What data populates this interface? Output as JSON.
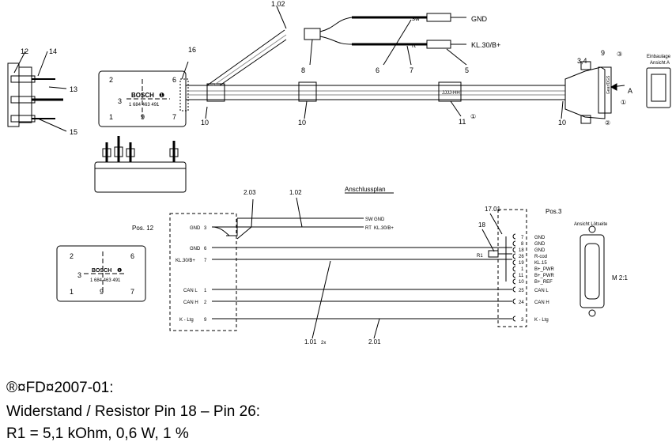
{
  "cable_drawing": {
    "callouts": {
      "c_1_02": "1.02",
      "c_3_4": "3,4",
      "c_5": "5",
      "c_6": "6",
      "c_7": "7",
      "c_8": "8",
      "c_9": "9",
      "c_10": "10",
      "c_11": "11",
      "c_12": "12",
      "c_13": "13",
      "c_14": "14",
      "c_15": "15",
      "c_16": "16",
      "circ_1": "①",
      "circ_3": "③",
      "circ_2": "②",
      "arrow_a": "A"
    },
    "leads": {
      "gnd": "GND",
      "kl30": "KL.30/B+",
      "sw": "sw",
      "rt": "rt"
    },
    "connector_label": "JJJJ-HH",
    "sub_label": "Gear/DGS",
    "einbaulage": [
      "Einbaulage",
      "Ansicht A"
    ],
    "box_top": {
      "n2": "2",
      "n6": "6",
      "n3": "3",
      "n1": "1",
      "n9": "9",
      "n7": "7",
      "brand": "BOSCH",
      "brand_mark": "❶",
      "part_no": "1 684 463 491"
    }
  },
  "schematic": {
    "title": "Anschlussplan",
    "pos12": "Pos. 12",
    "pos3": "Pos.3",
    "ansicht_loetseite": "Ansicht Lötseite",
    "scale": "M 2:1",
    "callouts": {
      "c_2_03": "2.03",
      "c_1_02": "1.02",
      "c_17_01": "17.01",
      "c_18": "18",
      "c_1_01": "1.01",
      "c_2x": "2x",
      "c_2_01": "2.01",
      "r1": "R1"
    },
    "box_left": {
      "n2": "2",
      "n6": "6",
      "n3": "3",
      "n1": "1",
      "n9": "9",
      "n7": "7",
      "brand": "BOSCH",
      "brand_mark": "❶",
      "part_no": "1 684 463 491"
    },
    "left_pins": [
      {
        "label": "GND",
        "pin": "3"
      },
      {
        "label": "GND",
        "pin": "6"
      },
      {
        "label": "KL.30/B+",
        "pin": "7"
      },
      {
        "label": "CAN L",
        "pin": "1"
      },
      {
        "label": "CAN H",
        "pin": "2"
      },
      {
        "label": "K - Ltg",
        "pin": "9"
      }
    ],
    "top_leads": [
      {
        "color": "SW",
        "label": "GND"
      },
      {
        "color": "RT",
        "label": "KL.30/B+"
      }
    ],
    "right_pins": [
      {
        "pin": "7",
        "label": "GND"
      },
      {
        "pin": "8",
        "label": "GND"
      },
      {
        "pin": "18",
        "label": "GND"
      },
      {
        "pin": "26",
        "label": "R-cod"
      },
      {
        "pin": "19",
        "label": "KL.15"
      },
      {
        "pin": "1",
        "label": "B+_PWR"
      },
      {
        "pin": "11",
        "label": "B+_PWR"
      },
      {
        "pin": "10",
        "label": "B+_REF"
      },
      {
        "pin": "25",
        "label": "CAN L"
      },
      {
        "pin": "24",
        "label": "CAN H"
      },
      {
        "pin": "3",
        "label": "K - Ltg"
      }
    ]
  },
  "notes": {
    "line1": "®¤FD¤2007-01:",
    "line2": "Widerstand / Resistor Pin 18 – Pin 26:",
    "line3": "R1 = 5,1 kOhm, 0,6 W, 1 %"
  }
}
